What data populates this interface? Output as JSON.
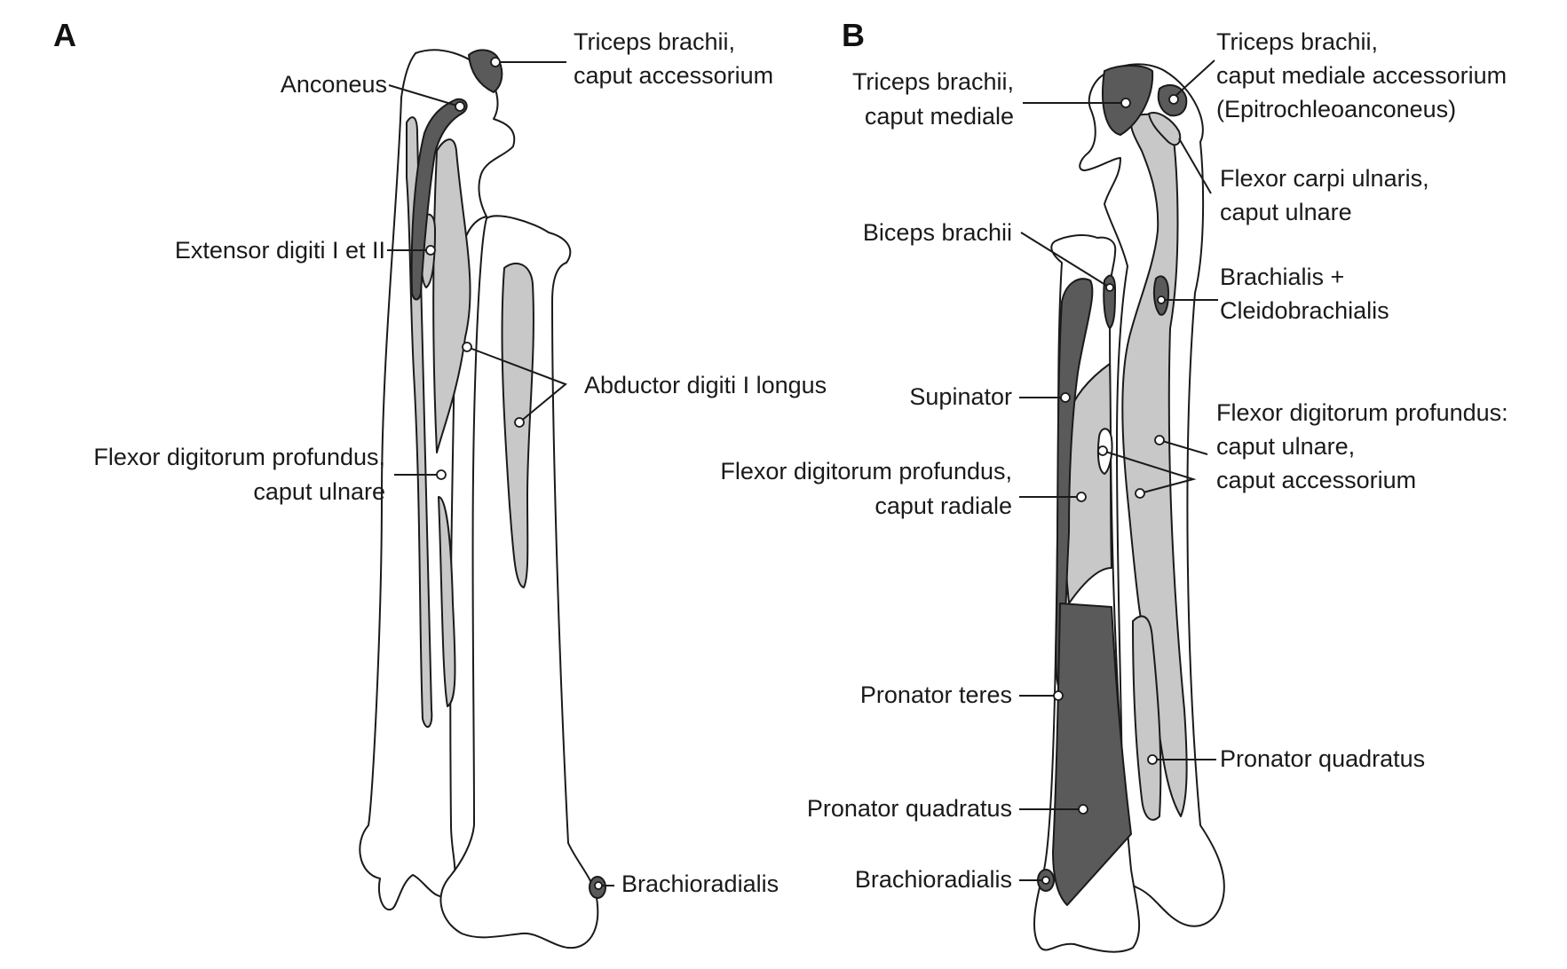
{
  "colors": {
    "dark_attachment": "#5a5a5a",
    "light_attachment": "#c8c8c8",
    "bone": "#ffffff",
    "line": "#1a1a1a"
  },
  "panel_a": {
    "letter": "A",
    "labels": {
      "triceps_acc_1": "Triceps brachii,",
      "triceps_acc_2": "caput accessorium",
      "anconeus": "Anconeus",
      "extensor": "Extensor digiti I et II",
      "abductor": "Abductor digiti I longus",
      "fdp_ulnar_1": "Flexor digitorum profundus,",
      "fdp_ulnar_2": "caput ulnare",
      "brachioradialis": "Brachioradialis"
    }
  },
  "panel_b": {
    "letter": "B",
    "labels": {
      "triceps_med_1": "Triceps brachii,",
      "triceps_med_2": "caput mediale",
      "triceps_acc_1": "Triceps brachii,",
      "triceps_acc_2": "caput mediale accessorium",
      "triceps_acc_3": "(Epitrochleoanconeus)",
      "fcu_1": "Flexor carpi ulnaris,",
      "fcu_2": "caput ulnare",
      "biceps": "Biceps brachii",
      "brachialis_1": "Brachialis +",
      "brachialis_2": "Cleidobrachialis",
      "supinator": "Supinator",
      "fdp_prof_1": "Flexor digitorum profundus:",
      "fdp_prof_2": "caput ulnare,",
      "fdp_prof_3": "caput accessorium",
      "fdp_radial_1": "Flexor digitorum profundus,",
      "fdp_radial_2": "caput radiale",
      "pronator_teres": "Pronator teres",
      "pronator_quad_r": "Pronator quadratus",
      "pronator_quad_l": "Pronator quadratus",
      "brachioradialis": "Brachioradialis"
    }
  }
}
